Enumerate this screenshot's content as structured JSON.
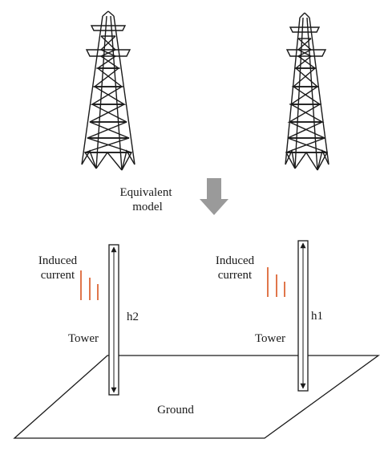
{
  "caption": {
    "line1": "Equivalent",
    "line2": "model"
  },
  "left_tower": {
    "induced_line1": "Induced",
    "induced_line2": "current",
    "height_label": "h2",
    "tower_label": "Tower"
  },
  "right_tower": {
    "induced_line1": "Induced",
    "induced_line2": "current",
    "height_label": "h1",
    "tower_label": "Tower"
  },
  "ground_label": "Ground",
  "colors": {
    "induced_current": "#d9541e",
    "arrow": "#9a9a9a",
    "line": "#1a1a1a"
  }
}
